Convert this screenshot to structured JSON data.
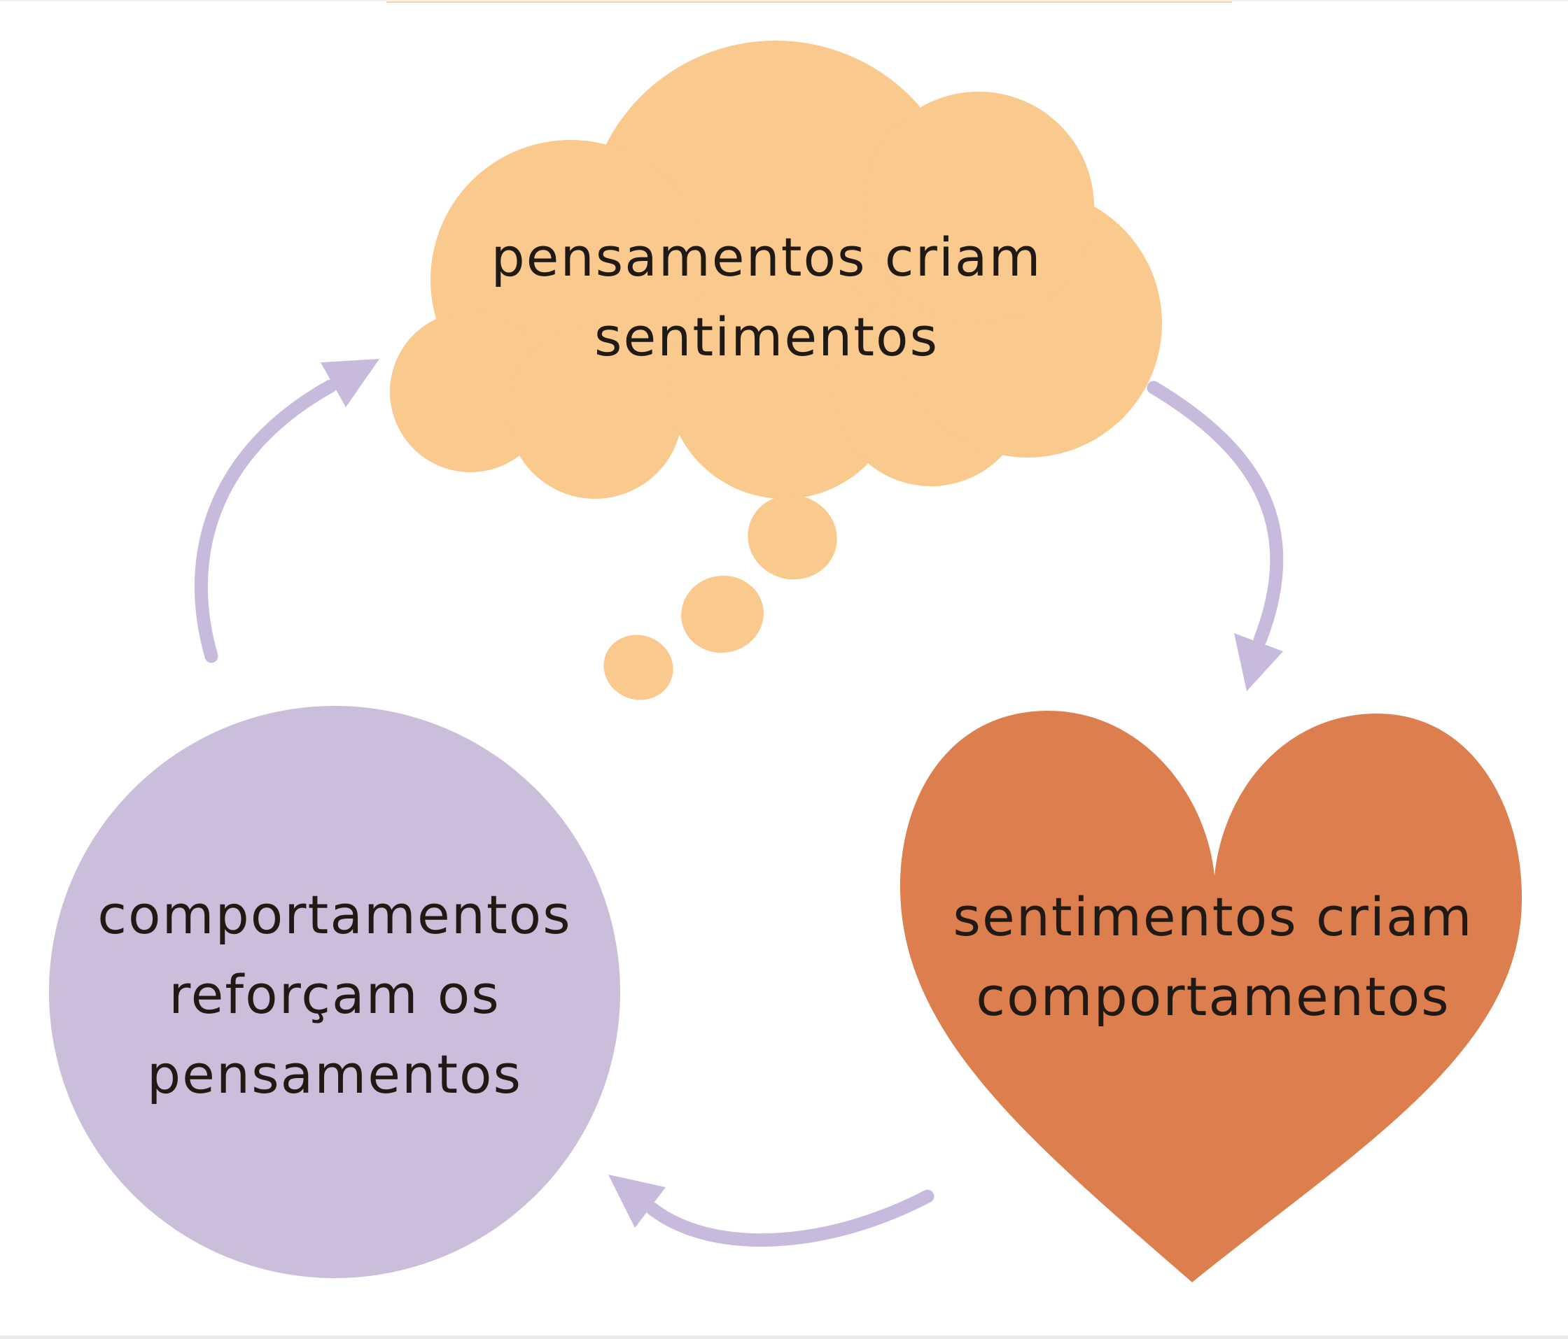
{
  "diagram": {
    "background_color": "#ffffff",
    "text_color": "#211a14",
    "arrow_color": "#c7badc",
    "nodes": {
      "thoughts": {
        "shape": "thought-bubble",
        "fill": "#f9c98e",
        "lines": [
          "pensamentos criam",
          "sentimentos"
        ]
      },
      "feelings": {
        "shape": "heart",
        "fill": "#dc7e4e",
        "lines": [
          "sentimentos criam",
          "comportamentos"
        ]
      },
      "behaviors": {
        "shape": "circle",
        "fill": "#cbbeda",
        "lines": [
          "comportamentos",
          "reforçam os",
          "pensamentos"
        ]
      }
    },
    "arrows": [
      {
        "from": "behaviors",
        "to": "thoughts"
      },
      {
        "from": "thoughts",
        "to": "feelings"
      },
      {
        "from": "feelings",
        "to": "behaviors"
      }
    ]
  }
}
